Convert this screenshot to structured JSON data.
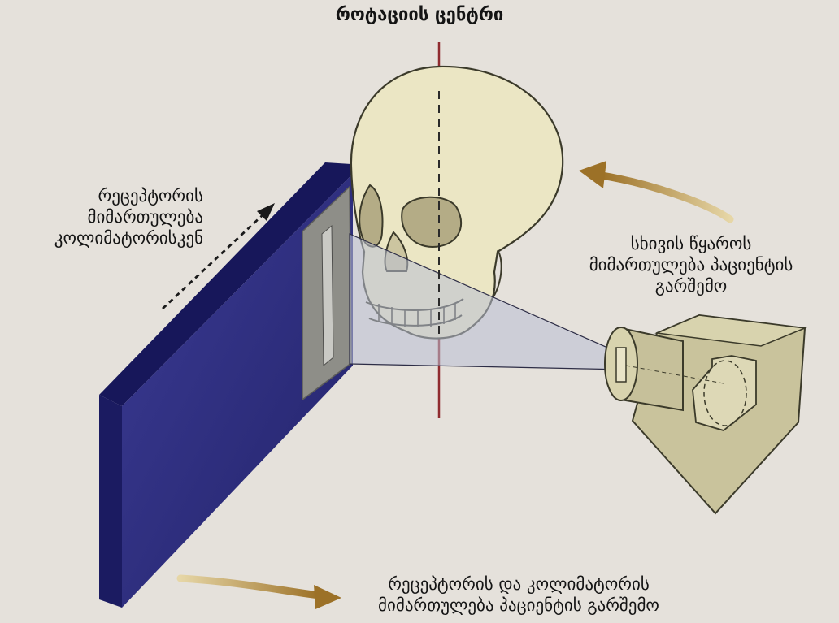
{
  "labels": {
    "rotation_center": "როტაციის ცენტრი",
    "receptor_movement": [
      "რეცეპტორის",
      "მიმართულება",
      "კოლიმატორისკენ"
    ],
    "source_movement": [
      "სხივის წყაროს",
      "მიმართულება პაციენტის",
      "გარშემო"
    ],
    "receptor_collimator_movement": [
      "რეცეპტორის და კოლიმატორის",
      "მიმართულება პაციენტის გარშემო"
    ]
  },
  "colors": {
    "background": "#e5e1db",
    "receptor_panel": "#2c2c7e",
    "rotation_axis": "#8f2b2f",
    "skull": "#ebe6c4",
    "xray_source": "#c9c39c",
    "motion_arrow": "#b08a3c"
  }
}
